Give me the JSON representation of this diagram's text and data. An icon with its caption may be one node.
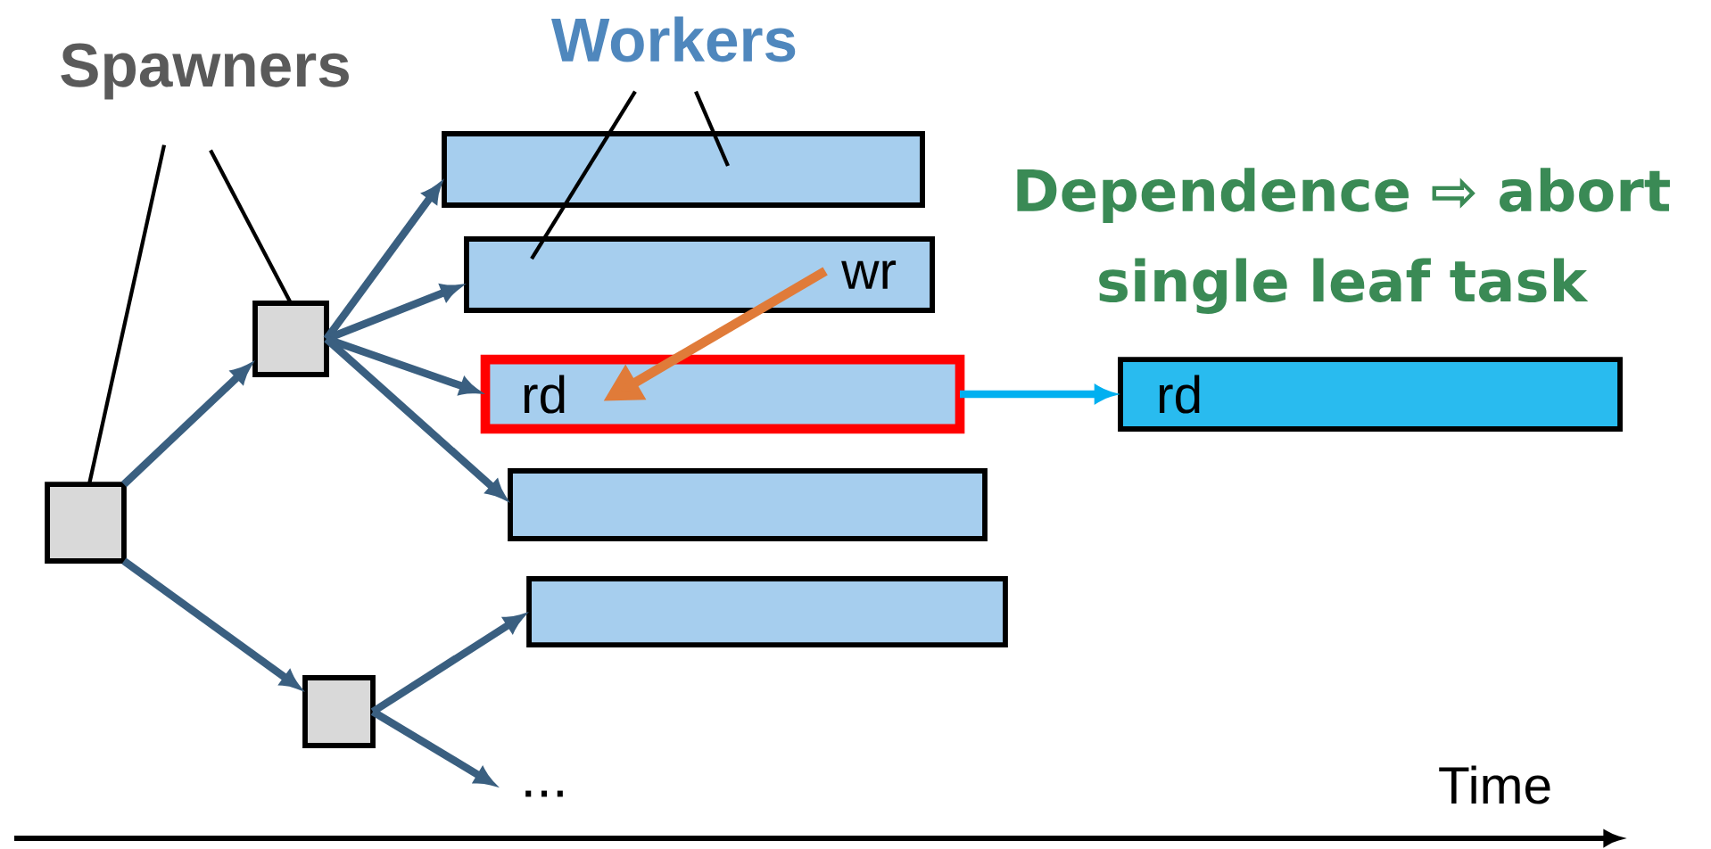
{
  "diagram": {
    "nodes": [
      {
        "text": [
          "Spawners"
        ]
      },
      {
        "text": [
          "Workers"
        ]
      },
      {
        "text": [],
        "shape": "box"
      },
      {
        "text": [],
        "shape": "box"
      },
      {
        "text": [],
        "shape": "box"
      },
      {
        "text": [],
        "shape": "bar"
      },
      {
        "text": [
          "wr"
        ]
      },
      {
        "text": [
          "rd"
        ]
      },
      {
        "text": [],
        "shape": "bar"
      },
      {
        "text": [],
        "shape": "bar"
      },
      {
        "text": [
          "..."
        ]
      },
      {
        "text": [
          "rd"
        ]
      }
    ],
    "edges": [
      {
        "from": 0,
        "to": 2,
        "arrow": "none",
        "color": "#000000"
      },
      {
        "from": 0,
        "to": 3,
        "arrow": "none",
        "color": "#000000"
      },
      {
        "from": 1,
        "to": 6,
        "arrow": "none",
        "color": "#000000"
      },
      {
        "from": 1,
        "to": 5,
        "arrow": "none",
        "color": "#000000"
      },
      {
        "from": 2,
        "to": 3,
        "arrow": "to"
      },
      {
        "from": 2,
        "to": 4,
        "arrow": "to"
      },
      {
        "from": 3,
        "to": 5,
        "arrow": "to"
      },
      {
        "from": 3,
        "to": 6,
        "arrow": "to"
      },
      {
        "from": 3,
        "to": 7,
        "arrow": "to"
      },
      {
        "from": 3,
        "to": 8,
        "arrow": "to"
      },
      {
        "from": 4,
        "to": 9,
        "arrow": "to"
      },
      {
        "from": 4,
        "to": 10,
        "arrow": "to"
      },
      {
        "from": 6,
        "to": 7,
        "arrow": "to",
        "color": "#e07b39"
      },
      {
        "from": 7,
        "to": 11,
        "arrow": "to",
        "color": "#00b0f0"
      }
    ],
    "labels": [
      "Dependence ⇨ abort single leaf task",
      "Time"
    ]
  }
}
